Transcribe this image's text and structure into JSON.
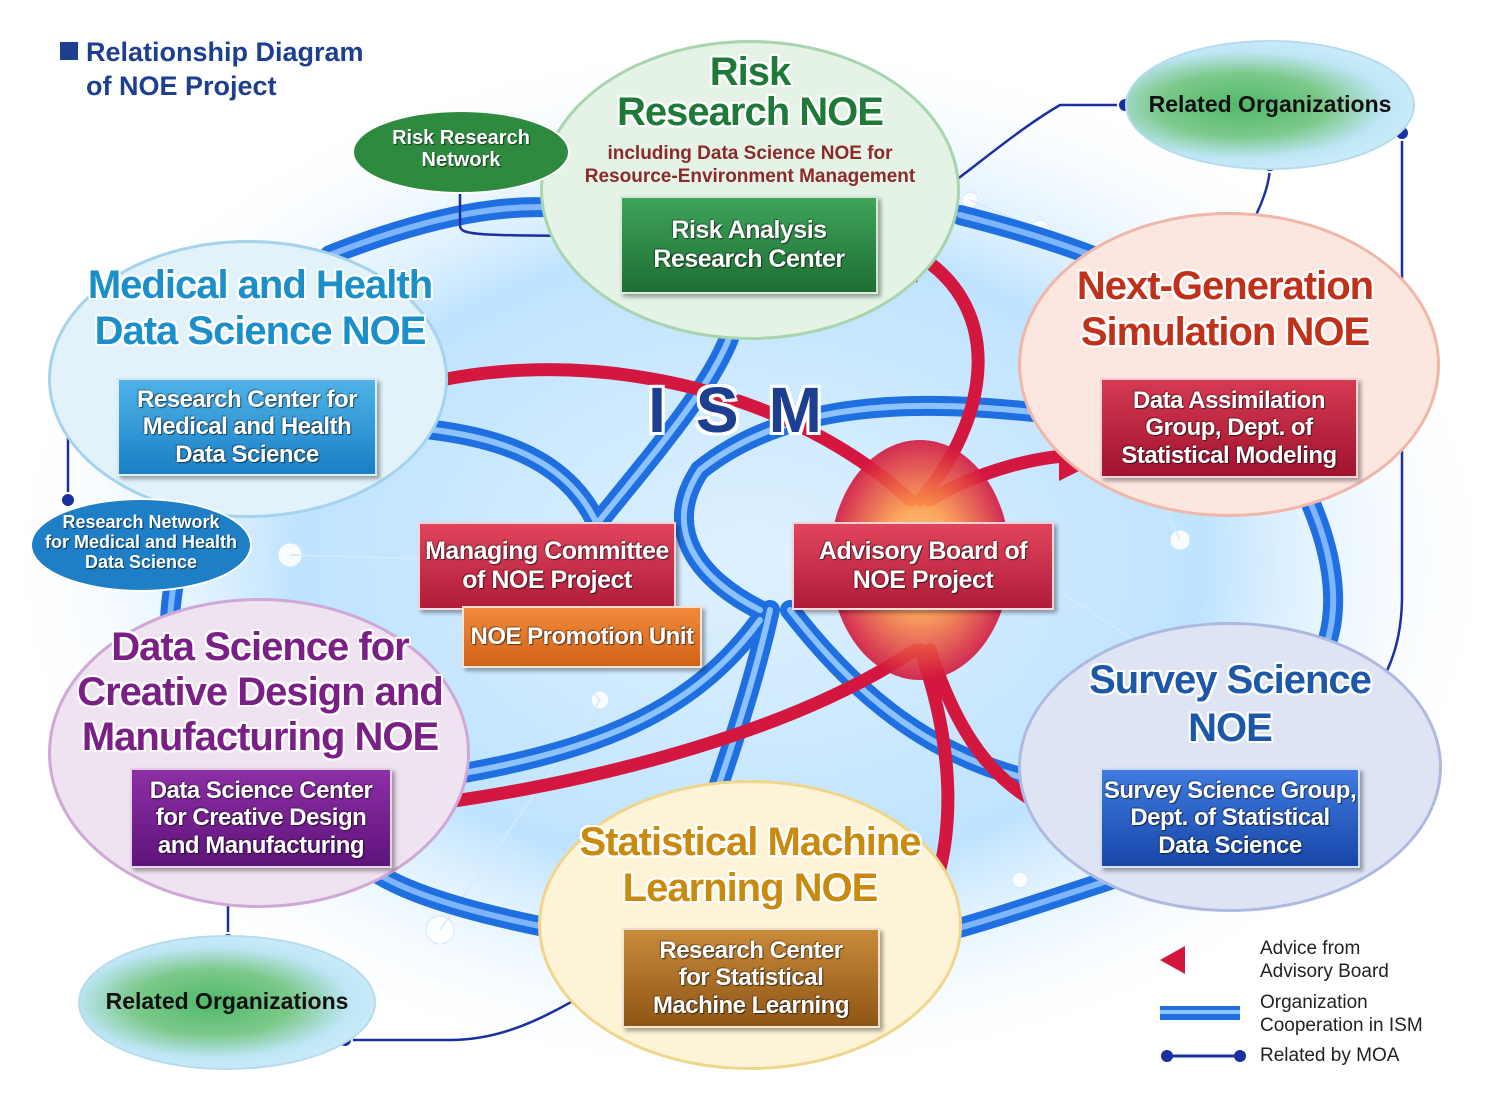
{
  "header": {
    "title_line1": "Relationship Diagram",
    "title_line2": "of NOE Project"
  },
  "center": {
    "label": "ISM"
  },
  "noes": {
    "risk": {
      "title_line1": "Risk",
      "title_line2": "Research NOE",
      "subtitle_line1": "including Data Science NOE for",
      "subtitle_line2": "Resource-Environment Management",
      "center_line1": "Risk Analysis",
      "center_line2": "Research Center"
    },
    "medical": {
      "title_line1": "Medical and Health",
      "title_line2": "Data Science NOE",
      "center_line1": "Research Center for",
      "center_line2": "Medical and Health",
      "center_line3": "Data Science"
    },
    "nextgen": {
      "title_line1": "Next-Generation",
      "title_line2": "Simulation NOE",
      "center_line1": "Data Assimilation",
      "center_line2": "Group, Dept. of",
      "center_line3": "Statistical Modeling"
    },
    "design": {
      "title_line1": "Data Science for",
      "title_line2": "Creative Design and",
      "title_line3": "Manufacturing NOE",
      "center_line1": "Data Science Center",
      "center_line2": "for Creative Design",
      "center_line3": "and Manufacturing"
    },
    "survey": {
      "title_line1": "Survey Science",
      "title_line2": "NOE",
      "center_line1": "Survey Science Group,",
      "center_line2": "Dept. of Statistical",
      "center_line3": "Data Science"
    },
    "ml": {
      "title_line1": "Statistical Machine",
      "title_line2": "Learning NOE",
      "center_line1": "Research Center",
      "center_line2": "for Statistical",
      "center_line3": "Machine Learning"
    }
  },
  "committees": {
    "managing_line1": "Managing Committee",
    "managing_line2": "of NOE Project",
    "advisory_line1": "Advisory Board of",
    "advisory_line2": "NOE Project",
    "promotion": "NOE Promotion Unit"
  },
  "networks": {
    "risk_line1": "Risk Research",
    "risk_line2": "Network",
    "medical_line1": "Research Network",
    "medical_line2": "for Medical and Health",
    "medical_line3": "Data Science"
  },
  "related": {
    "top": "Related Organizations",
    "bottom": "Related Organizations"
  },
  "legend": {
    "advice_line1": "Advice from",
    "advice_line2": "Advisory Board",
    "coop_line1": "Organization",
    "coop_line2": "Cooperation in ISM",
    "moa": "Related by MOA"
  },
  "colors": {
    "risk_title": "#1f7a3a",
    "medical_title": "#1a8fc9",
    "nextgen_title": "#c0311a",
    "design_title": "#7a1f86",
    "survey_title": "#1d58a8",
    "ml_title": "#c98a10",
    "ism": "#1d3f8f",
    "advice_red": "#d3173f",
    "coop_blue": "#1f6fe0",
    "moa_line": "#1a2fa0"
  }
}
